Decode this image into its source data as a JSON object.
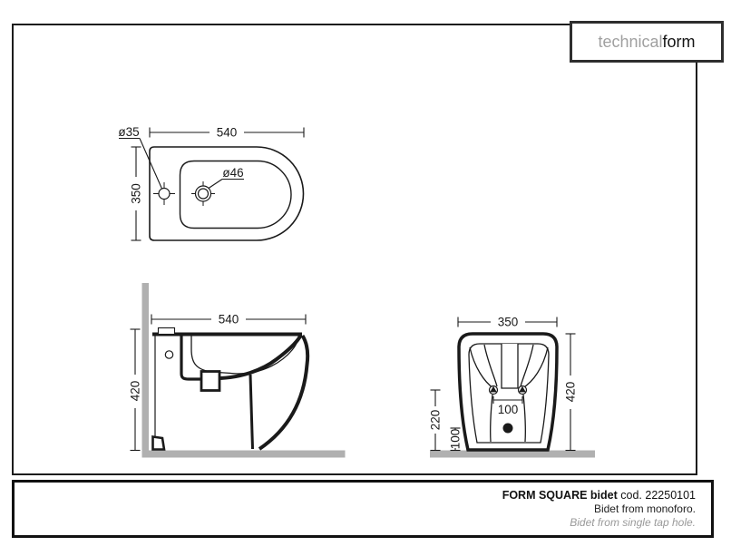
{
  "logo": {
    "gray_part": "technical",
    "black_part": "form"
  },
  "drawings": {
    "top_view": {
      "width_dim": "540",
      "depth_dim": "350",
      "tap_hole_dim": "ø35",
      "drain_hole_dim": "ø46"
    },
    "side_view": {
      "depth_dim": "540",
      "height_dim": "420"
    },
    "front_view": {
      "width_dim": "350",
      "height_dim": "420",
      "fixing_holes_height_dim": "220",
      "drain_height_dim": "100",
      "fixing_holes_spacing_dim": "100"
    }
  },
  "footer": {
    "product_name": "FORM SQUARE bidet",
    "product_code": "cod. 22250101",
    "description_primary": "Bidet from monoforo.",
    "description_secondary": "Bidet from single tap hole."
  },
  "colors": {
    "line": "#1a1a1a",
    "wall_floor_gray": "#b0b0b0",
    "logo_gray": "#a0a0a0",
    "secondary_text_gray": "#999999"
  }
}
